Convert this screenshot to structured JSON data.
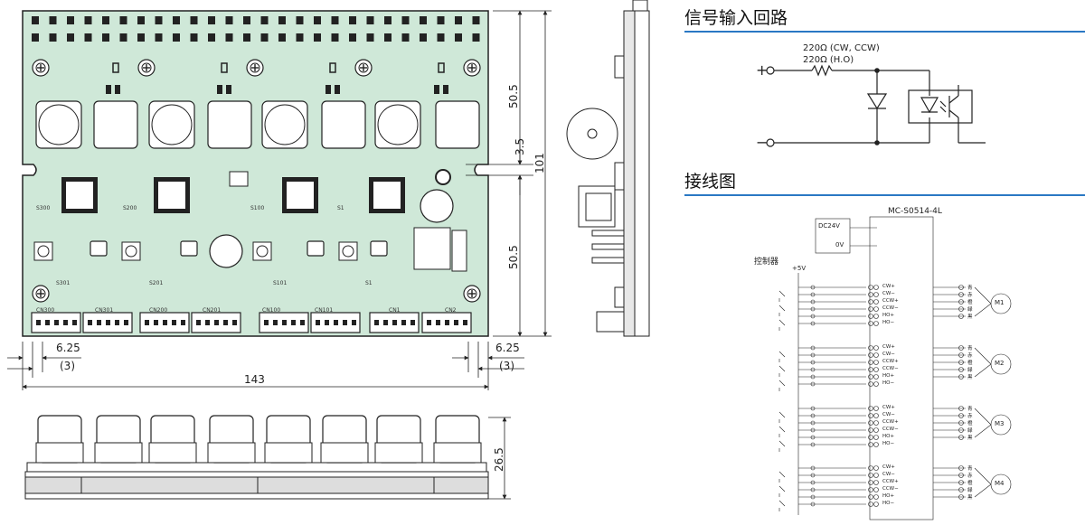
{
  "sections": {
    "signal_input_title": "信号输入回路",
    "wiring_title": "接线图"
  },
  "colors": {
    "board_fill": "#cfe8d8",
    "section_underline": "#2a78c4",
    "line": "#222222"
  },
  "dimensions": {
    "height_top": "50.5",
    "height_bottom": "50.5",
    "hole": "3.5",
    "total_height": "101",
    "edge_left": "6.25",
    "edge_left_sub": "(3)",
    "edge_right": "6.25",
    "edge_right_sub": "(3)",
    "width": "143",
    "side_height": "26.5"
  },
  "pcb_labels": {
    "s300": "S300",
    "s200": "S200",
    "s100": "S100",
    "s1": "S1",
    "s301": "S301",
    "s201": "S201",
    "s101": "S101",
    "s101b": "S1",
    "cn300": "CN300",
    "cn301": "CN301",
    "cn200": "CN200",
    "cn201": "CN201",
    "cn100": "CN100",
    "cn101": "CN101",
    "cn1": "CN1",
    "cn2": "CN2"
  },
  "circuit": {
    "plus": "+",
    "minus": "−",
    "r_label1": "220Ω (CW, CCW)",
    "r_label2": "220Ω (H.O)"
  },
  "wiring": {
    "module_label": "MC-S0514-4L",
    "dc_label": "DC24V",
    "ov_label": "0V",
    "controller_label": "控制器",
    "plus5v": "+5V",
    "pins": [
      "CW+",
      "CW−",
      "CCW+",
      "CCW−",
      "HO+",
      "HO−"
    ],
    "motor_wires": [
      "青",
      "赤",
      "橙",
      "緑",
      "黒"
    ],
    "motors": [
      "M1",
      "M2",
      "M3",
      "M4"
    ]
  }
}
